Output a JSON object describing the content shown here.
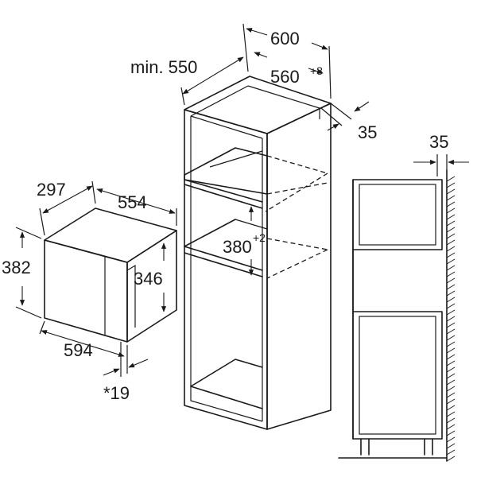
{
  "labels": {
    "cab_width": "600",
    "cab_min_depth": "min. 550",
    "niche_width": "560",
    "niche_width_tol": "+8",
    "cab_gap": "35",
    "niche_height": "380",
    "niche_height_tol": "+2",
    "mw_depth": "297",
    "mw_width_top": "554",
    "mw_height": "382",
    "mw_inner_height": "346",
    "mw_width_front": "594",
    "mw_offset": "*19",
    "wall_gap": "35"
  }
}
